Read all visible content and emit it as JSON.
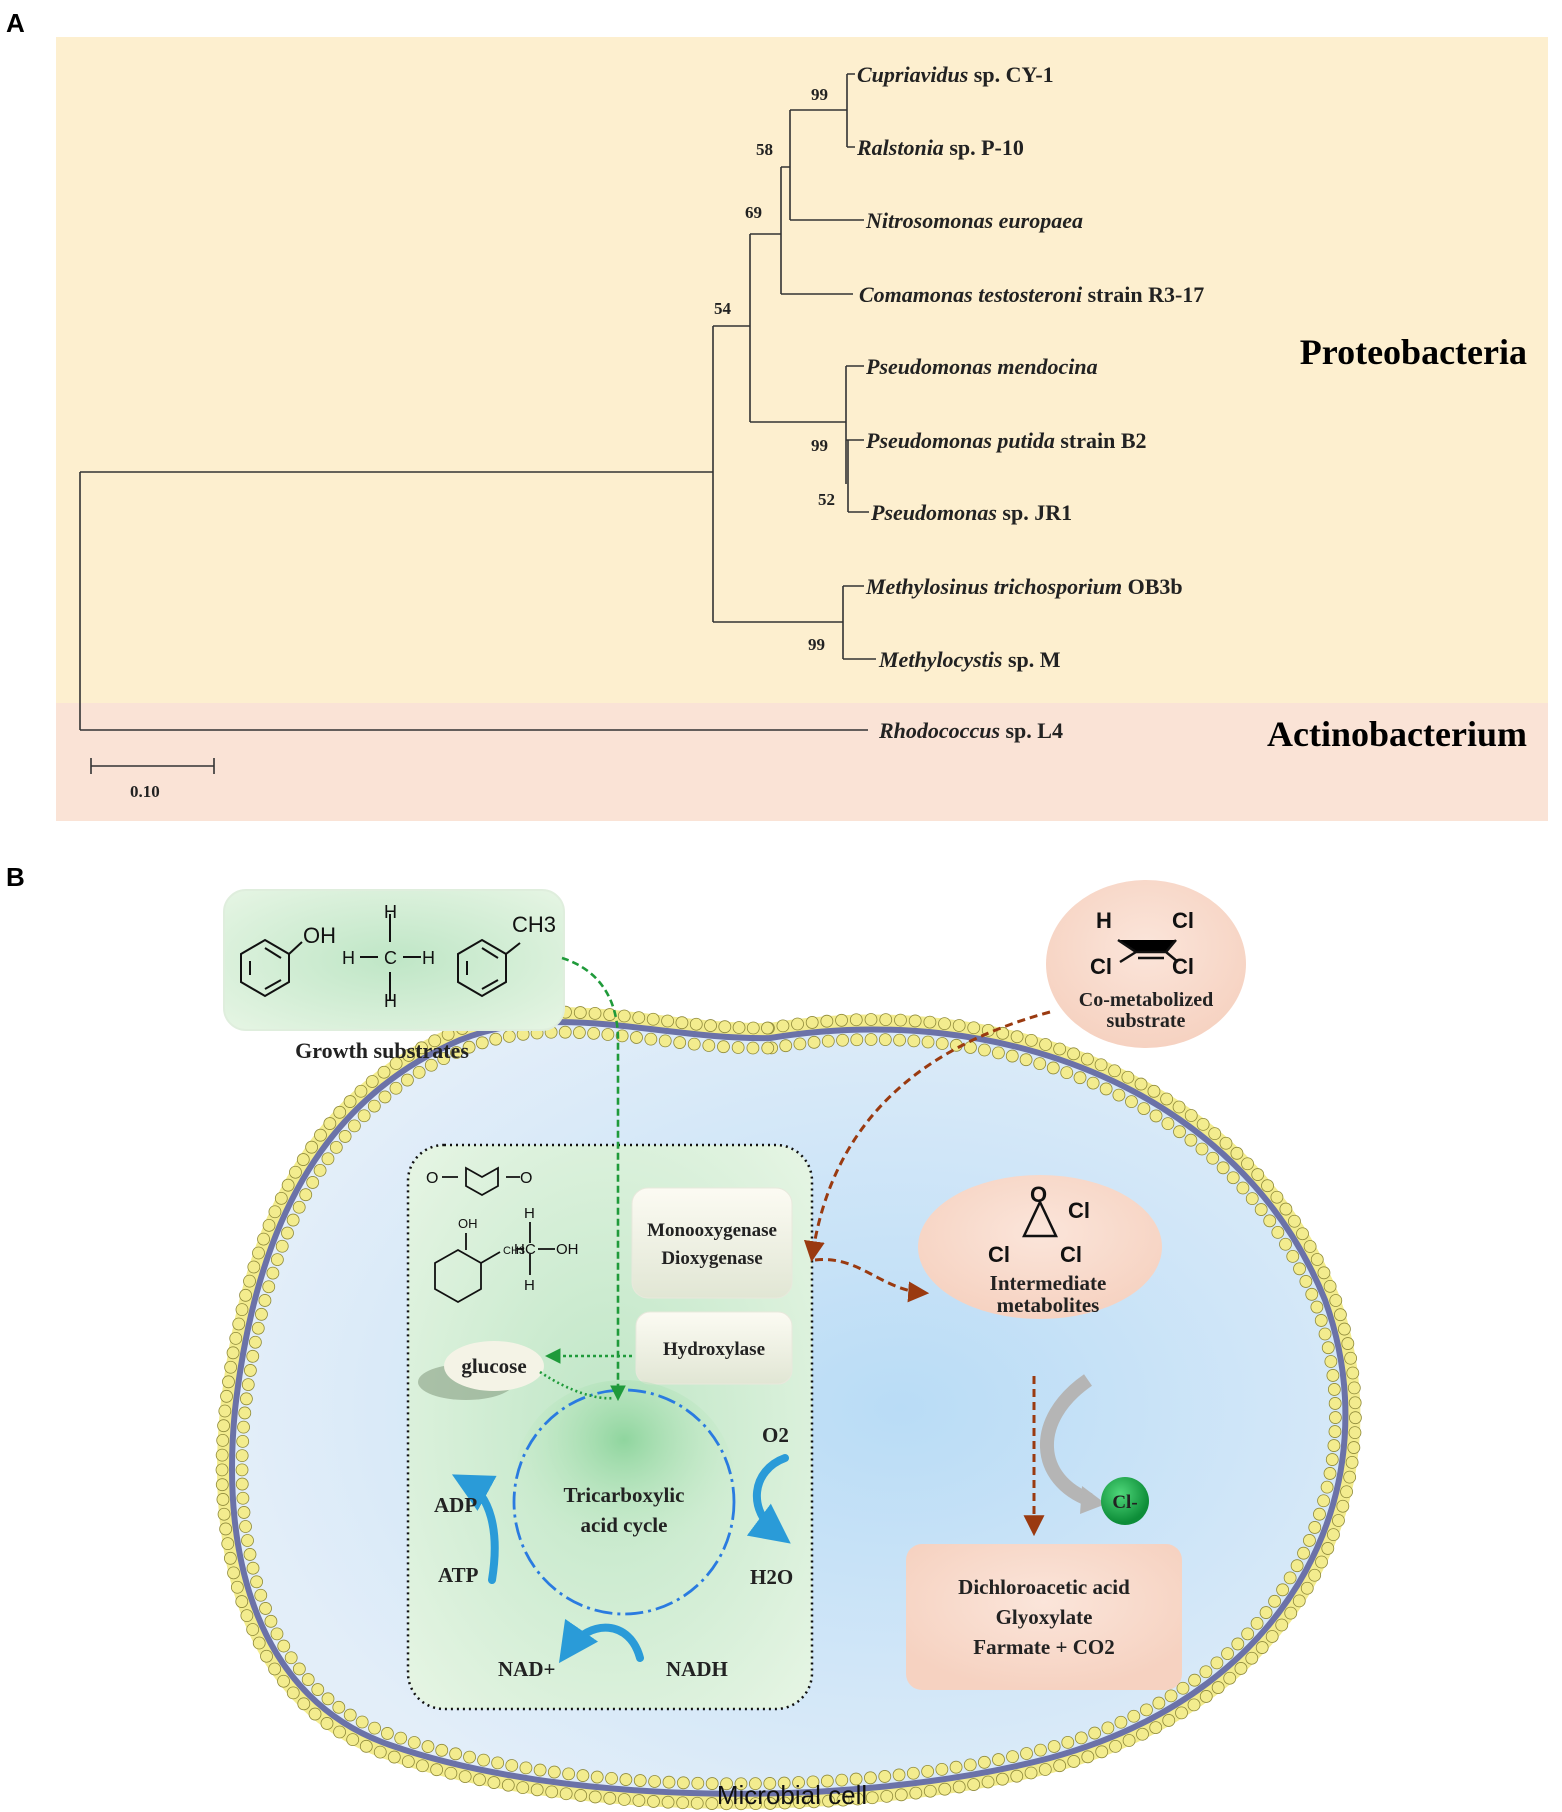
{
  "panel_a": {
    "letter": "A",
    "taxa": [
      {
        "italic": "Cupriavidus",
        "rest": " sp. CY-1"
      },
      {
        "italic": "Ralstonia",
        "rest": " sp. P-10"
      },
      {
        "italic": "Nitrosomonas europaea",
        "rest": ""
      },
      {
        "italic": "Comamonas testosteroni",
        "rest": " strain R3-17"
      },
      {
        "italic": "Pseudomonas mendocina",
        "rest": ""
      },
      {
        "italic": "Pseudomonas putida",
        "rest": " strain B2"
      },
      {
        "italic": "Pseudomonas",
        "rest": " sp. JR1"
      },
      {
        "italic": "Methylosinus trichosporium",
        "rest": " OB3b"
      },
      {
        "italic": "Methylocystis",
        "rest": " sp. M"
      },
      {
        "italic": "Rhodococcus",
        "rest": " sp. L4"
      }
    ],
    "bootstrap": [
      "99",
      "58",
      "69",
      "54",
      "99",
      "52",
      "99"
    ],
    "clades": {
      "upper": "Proteobacteria",
      "lower": "Actinobacterium"
    },
    "scale_label": "0.10",
    "colors": {
      "proteobacteria_bg": "#fdefcf",
      "actinobacterium_bg": "#fae3d6"
    }
  },
  "panel_b": {
    "letter": "B",
    "growth_label": "Growth substrates",
    "growth_atoms": {
      "oh": "OH",
      "h": "H",
      "c": "C",
      "ch3": "CH3"
    },
    "cometab_label_1": "Co-metabolized",
    "cometab_label_2": "substrate",
    "cometab_atoms": {
      "h": "H",
      "cl": "Cl"
    },
    "inner_atoms": {
      "o": "O",
      "oh": "OH",
      "h": "H",
      "c": "C",
      "ch3": "CH3"
    },
    "enzyme_1a": "Monooxygenase",
    "enzyme_1b": "Dioxygenase",
    "enzyme_2": "Hydroxylase",
    "glucose": "glucose",
    "tca_1": "Tricarboxylic",
    "tca_2": "acid cycle",
    "adp": "ADP",
    "atp": "ATP",
    "o2": "O2",
    "h2o": "H2O",
    "nad": "NAD+",
    "nadh": "NADH",
    "intermediate_1": "Intermediate",
    "intermediate_2": "metabolites",
    "epoxide_atoms": {
      "o": "O",
      "cl": "Cl"
    },
    "chloride": "Cl-",
    "products": [
      "Dichloroacetic acid",
      "Glyoxylate",
      "Farmate + CO2"
    ],
    "cell_label": "Microbial cell",
    "colors": {
      "enzyme_red": "#c0262b",
      "tca_blue": "#1f3fc4",
      "green_arrow": "#1f9a3a",
      "brown_arrow": "#9a3a10",
      "membrane_bead": "#f3ec8e",
      "membrane_line": "#6b72a8",
      "cyto": "#d4e8f8"
    }
  }
}
